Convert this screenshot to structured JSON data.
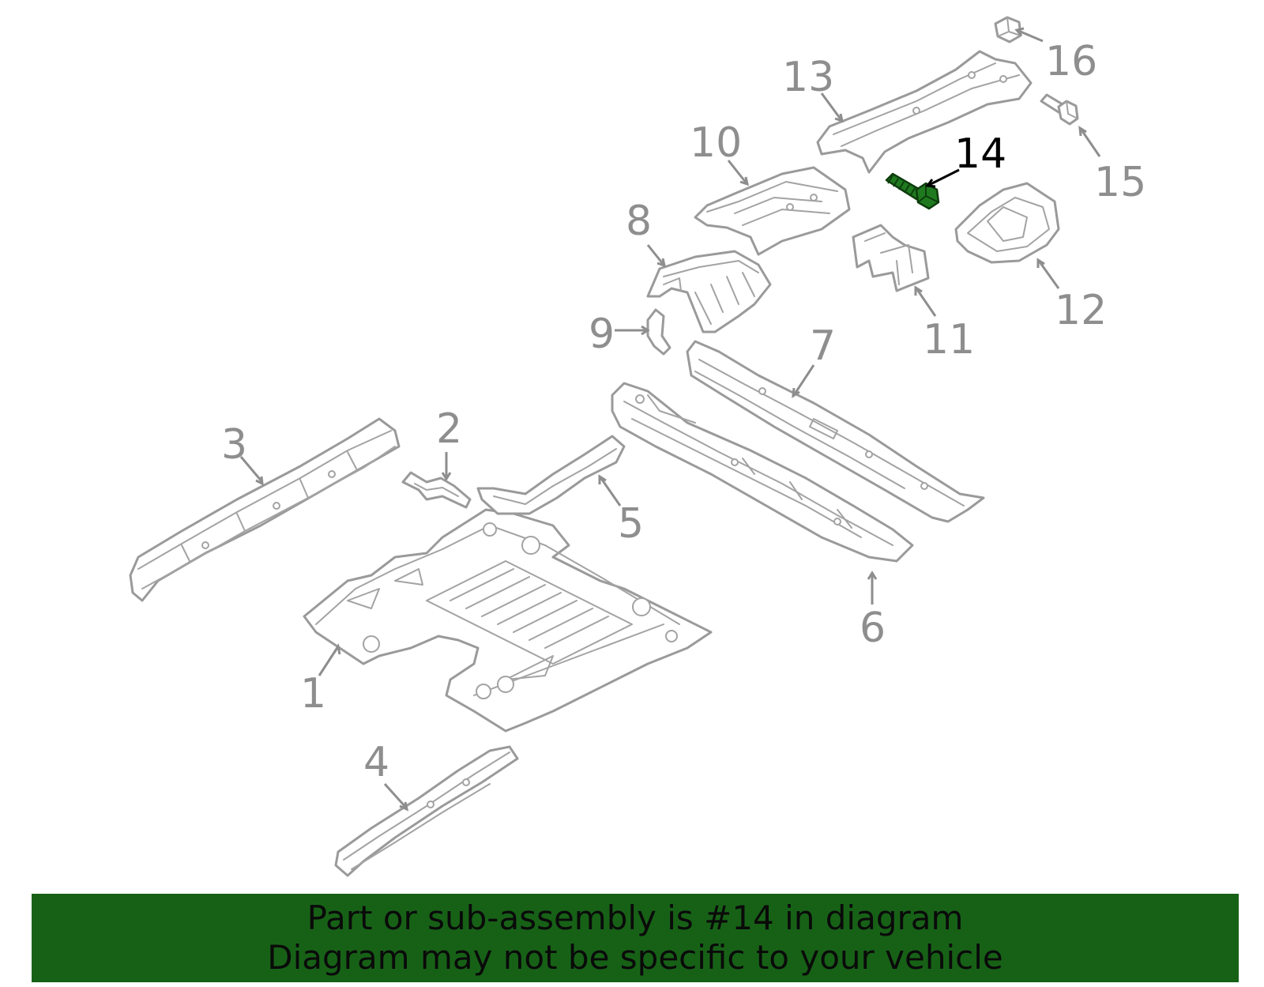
{
  "diagram": {
    "callouts": [
      {
        "id": "1",
        "label": "1"
      },
      {
        "id": "2",
        "label": "2"
      },
      {
        "id": "3",
        "label": "3"
      },
      {
        "id": "4",
        "label": "4"
      },
      {
        "id": "5",
        "label": "5"
      },
      {
        "id": "6",
        "label": "6"
      },
      {
        "id": "7",
        "label": "7"
      },
      {
        "id": "8",
        "label": "8"
      },
      {
        "id": "9",
        "label": "9"
      },
      {
        "id": "10",
        "label": "10"
      },
      {
        "id": "11",
        "label": "11"
      },
      {
        "id": "12",
        "label": "12"
      },
      {
        "id": "13",
        "label": "13"
      },
      {
        "id": "14",
        "label": "14"
      },
      {
        "id": "15",
        "label": "15"
      },
      {
        "id": "16",
        "label": "16"
      }
    ],
    "highlighted_part": "14",
    "highlight_color": "#1f7a1f",
    "part_line_color": "#9a9a9a"
  },
  "banner": {
    "line1": "Part or sub-assembly is #14 in diagram",
    "line2": "Diagram may not be specific to your vehicle",
    "background_color": "#176117"
  }
}
